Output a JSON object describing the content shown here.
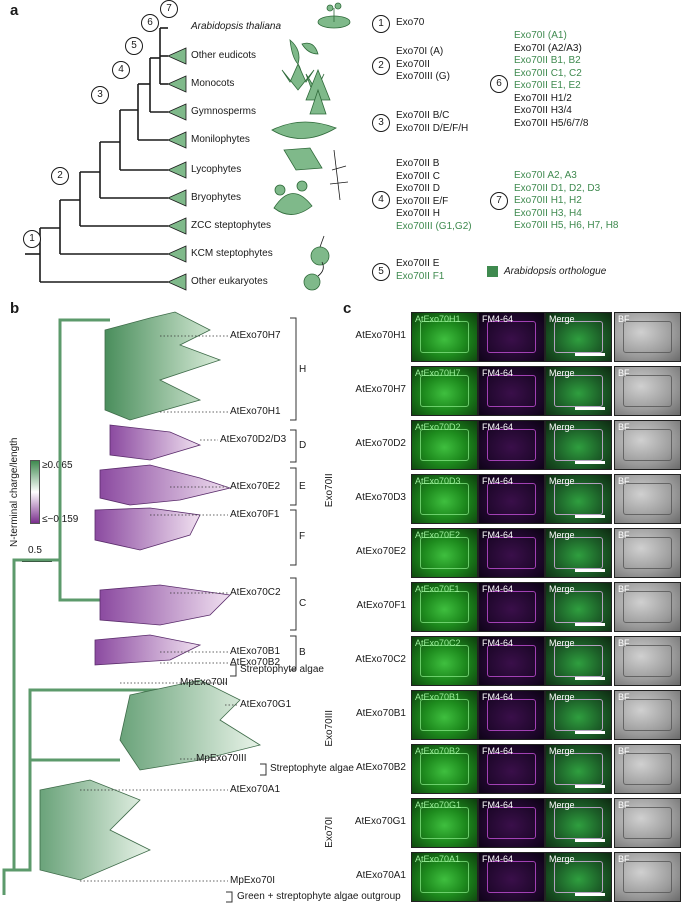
{
  "panel_a": {
    "letter": "a",
    "clades": [
      {
        "label": "Arabidopsis thaliana",
        "italic": true
      },
      {
        "label": "Other eudicots"
      },
      {
        "label": "Monocots"
      },
      {
        "label": "Gymnosperms"
      },
      {
        "label": "Monilophytes"
      },
      {
        "label": "Lycophytes"
      },
      {
        "label": "Bryophytes"
      },
      {
        "label": "ZCC steptophytes"
      },
      {
        "label": "KCM steptophytes"
      },
      {
        "label": "Other eukaryotes"
      }
    ],
    "node_numbers": [
      "1",
      "2",
      "3",
      "4",
      "5",
      "6",
      "7"
    ],
    "legend_groups": {
      "g1": {
        "num": "1",
        "lines": [
          {
            "text": "Exo70",
            "green": false
          }
        ]
      },
      "g2": {
        "num": "2",
        "lines": [
          {
            "text": "Exo70I (A)",
            "green": false
          },
          {
            "text": "Exo70II",
            "green": false
          },
          {
            "text": "Exo70III (G)",
            "green": false
          }
        ]
      },
      "g3": {
        "num": "3",
        "lines": [
          {
            "text": "Exo70II B/C",
            "green": false
          },
          {
            "text": "Exo70II D/E/F/H",
            "green": false
          }
        ]
      },
      "g4": {
        "num": "4",
        "lines": [
          {
            "text": "Exo70II B",
            "green": false
          },
          {
            "text": "Exo70II C",
            "green": false
          },
          {
            "text": "Exo70II D",
            "green": false
          },
          {
            "text": "Exo70II E/F",
            "green": false
          },
          {
            "text": "Exo70II H",
            "green": false
          },
          {
            "text": "Exo70III (G1,G2)",
            "green": true
          }
        ]
      },
      "g5": {
        "num": "5",
        "lines": [
          {
            "text": "Exo70II E",
            "green": false
          },
          {
            "text": "Exo70II F1",
            "green": true
          }
        ]
      },
      "g6": {
        "num": "6",
        "lines": [
          {
            "text": "Exo70I (A1)",
            "green": true
          },
          {
            "text": "Exo70I (A2/A3)",
            "green": false
          },
          {
            "text": "Exo70II B1, B2",
            "green": true
          },
          {
            "text": "Exo70II C1, C2",
            "green": true
          },
          {
            "text": "Exo70II E1, E2",
            "green": true
          },
          {
            "text": "Exo70II H1/2",
            "green": false
          },
          {
            "text": "Exo70II H3/4",
            "green": false
          },
          {
            "text": "Exo70II H5/6/7/8",
            "green": false
          }
        ]
      },
      "g7": {
        "num": "7",
        "lines": [
          {
            "text": "Exo70I A2, A3",
            "green": true
          },
          {
            "text": "Exo70II D1, D2, D3",
            "green": true
          },
          {
            "text": "Exo70II H1, H2",
            "green": true
          },
          {
            "text": "Exo70II H3, H4",
            "green": true
          },
          {
            "text": "Exo70II H5, H6, H7, H8",
            "green": true
          }
        ]
      }
    },
    "ortholog_key": "Arabidopsis orthologue",
    "ortholog_color": "#3f8a4f"
  },
  "panel_b": {
    "letter": "b",
    "colorbar": {
      "label": "N-terminal charge/length",
      "max_label": "≥0.065",
      "min_label": "≤−0.159",
      "max_color": "#3f8a4f",
      "mid_color": "#ffffff",
      "min_color": "#7a2f8c"
    },
    "scale_label": "0.5",
    "leaf_labels": [
      "AtExo70H7",
      "AtExo70H1",
      "AtExo70D2/D3",
      "AtExo70E2",
      "AtExo70F1",
      "AtExo70C2",
      "AtExo70B1",
      "AtExo70B2",
      "MpExo70II",
      "AtExo70G1",
      "MpExo70III",
      "AtExo70A1",
      "MpExo70I"
    ],
    "subclades": [
      "H",
      "D",
      "E",
      "F",
      "C",
      "B"
    ],
    "families": [
      "Exo70II",
      "Exo70III",
      "Exo70I"
    ],
    "outgroups": [
      "Streptophyte algae",
      "Streptophyte algae",
      "Green + streptophyte algae outgroup"
    ]
  },
  "panel_c": {
    "letter": "c",
    "rows": [
      "AtExo70H1",
      "AtExo70H7",
      "AtExo70D2",
      "AtExo70D3",
      "AtExo70E2",
      "AtExo70F1",
      "AtExo70C2",
      "AtExo70B1",
      "AtExo70B2",
      "AtExo70G1",
      "AtExo70A1"
    ],
    "channels": [
      "FM4-64",
      "Merge",
      "BF"
    ]
  }
}
